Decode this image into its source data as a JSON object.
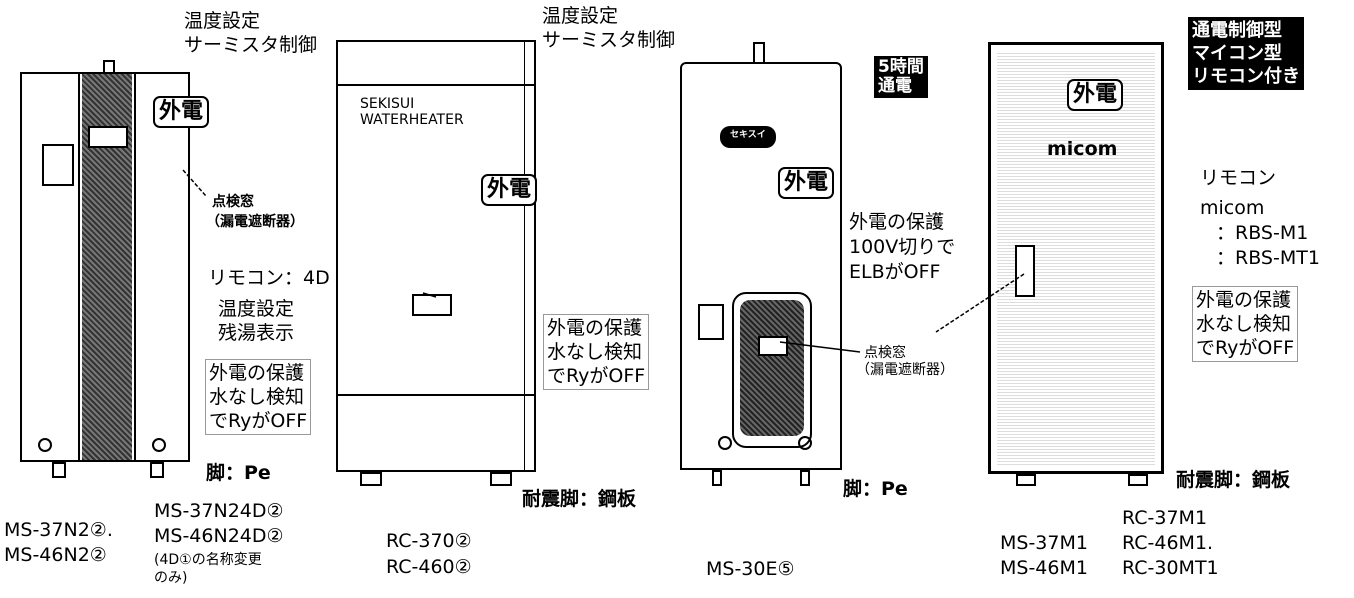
{
  "unit1": {
    "badge": "外電",
    "inspect_window": "点検窓",
    "inspect_window_sub": "（漏電遮断器）",
    "remote": "リモコン：4D",
    "temp_setting": "温度設定",
    "remaining": "残湯表示",
    "protect_lines": [
      "外電の保護",
      "水なし検知",
      "でRyがOFF"
    ],
    "leg": "脚：Pe",
    "models_a": [
      "MS-37N2②.",
      "MS-46N2②"
    ],
    "models_b": [
      "MS-37N24D②",
      "MS-46N24D②"
    ],
    "note_lines": [
      "(4D①の名称変更",
      "のみ)"
    ]
  },
  "unit2": {
    "header_lines": [
      "温度設定",
      "サーミスタ制御"
    ],
    "brand_lines": [
      "SEKISUI",
      "WATERHEATER"
    ],
    "badge": "外電",
    "protect_lines": [
      "外電の保護",
      "水なし検知",
      "でRyがOFF"
    ],
    "leg": "耐震脚：鋼板",
    "models": [
      "RC-370②",
      "RC-460②"
    ]
  },
  "unit3": {
    "header_lines": [
      "温度設定",
      "サーミスタ制御"
    ],
    "time_badge_lines": [
      "5時間",
      "通電"
    ],
    "logo": "セキスイ",
    "badge": "外電",
    "protect_lines": [
      "外電の保護",
      "100V切りで",
      "ELBがOFF"
    ],
    "inspect_window": "点検窓",
    "inspect_window_sub": "（漏電遮断器）",
    "leg": "脚：Pe",
    "model": "MS-30E⑤"
  },
  "unit4": {
    "type_badge_lines": [
      "通電制御型",
      "マイコン型",
      "リモコン付き"
    ],
    "badge": "外電",
    "micom_label": "micom",
    "remote_lines": [
      "リモコン",
      "micom",
      "：RBS-M1",
      "：RBS-MT1"
    ],
    "protect_lines": [
      "外電の保護",
      "水なし検知",
      "でRyがOFF"
    ],
    "leg": "耐震脚：鋼板",
    "models_ms": [
      "MS-37M1",
      "MS-46M1"
    ],
    "models_rc": [
      "RC-37M1",
      "RC-46M1.",
      "RC-30MT1"
    ]
  }
}
